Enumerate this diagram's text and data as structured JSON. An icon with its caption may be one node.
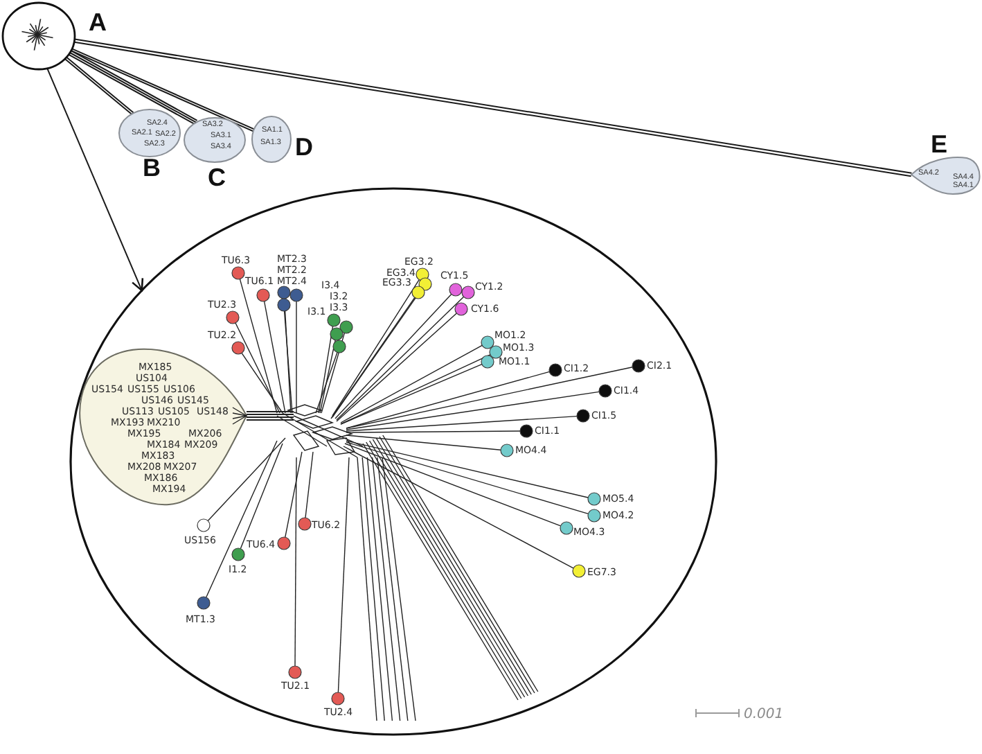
{
  "diagram": {
    "nodes": [
      {
        "text": [
          "A"
        ]
      },
      {
        "text": [
          "SA2.4",
          "SA2.1",
          "SA2.2",
          "SA2.3",
          "B"
        ]
      },
      {
        "text": [
          "SA3.2",
          "SA3.1",
          "SA3.4",
          "C"
        ]
      },
      {
        "text": [
          "SA1.1",
          "SA1.3",
          "D"
        ]
      },
      {
        "text": [
          "E",
          "SA4.2",
          "SA4.4",
          "SA4.1"
        ]
      },
      {
        "text": [],
        "shape": "ellipse"
      },
      {
        "text": [
          "MX185",
          "US104",
          "US154",
          "US155",
          "US106",
          "US146",
          "US145",
          "US113",
          "US105",
          "US148",
          "MX193",
          "MX210",
          "MX195",
          "MX206",
          "MX184",
          "MX209",
          "MX183",
          "MX208",
          "MX207",
          "MX186",
          "MX194"
        ],
        "in": 5
      }
    ],
    "edges": [
      {
        "from": 0,
        "to": 1,
        "arrow": "none"
      },
      {
        "from": 0,
        "to": 2,
        "arrow": "none"
      },
      {
        "from": 0,
        "to": 3,
        "arrow": "none"
      },
      {
        "from": 0,
        "to": 4,
        "arrow": "none"
      },
      {
        "from": 0,
        "to": 5,
        "arrow": "to"
      }
    ],
    "labels": [
      "TU6.3",
      "MT2.3",
      "EG3.2",
      "MT2.2",
      "EG3.4",
      "CY1.5",
      "TU6.1",
      "MT2.4",
      "I3.4",
      "EG3.3",
      "CY1.2",
      "I3.2",
      "TU2.3",
      "I3.1",
      "I3.3",
      "CY1.6",
      "TU2.2",
      "MO1.2",
      "MO1.3",
      "MO1.1",
      "CI1.2",
      "CI2.1",
      "CI1.4",
      "CI1.5",
      "CI1.1",
      "MO4.4",
      "MO5.4",
      "MO4.2",
      "TU6.2",
      "MO4.3",
      "US156",
      "TU6.4",
      "I1.2",
      "EG7.3",
      "MT1.3",
      "TU2.1",
      "TU2.4",
      "0.001"
    ]
  }
}
